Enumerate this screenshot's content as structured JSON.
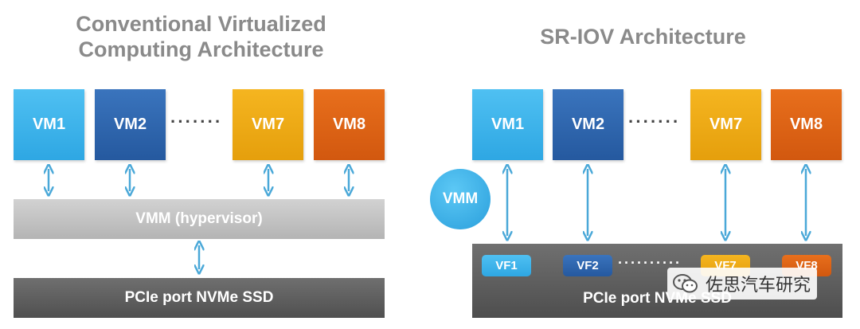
{
  "left": {
    "title_line1": "Conventional Virtualized",
    "title_line2": "Computing Architecture",
    "vms": [
      "VM1",
      "VM2",
      "VM7",
      "VM8"
    ],
    "dots": "·······",
    "hypervisor_label": "VMM (hypervisor)",
    "ssd_label": "PCIe port NVMe SSD"
  },
  "right": {
    "title": "SR-IOV Architecture",
    "vms": [
      "VM1",
      "VM2",
      "VM7",
      "VM8"
    ],
    "dots": "·······",
    "vmm_label": "VMM",
    "vfs": [
      "VF1",
      "VF2",
      "VF7",
      "VF8"
    ],
    "vf_dots": "··········",
    "ssd_label": "PCIe port NVMe SSD"
  },
  "watermark": {
    "text": "佐思汽车研究",
    "icon": "wechat-icon"
  },
  "colors": {
    "vm1": "#3fb5ec",
    "vm2": "#2d66ae",
    "vm7": "#efaa14",
    "vm8": "#dc6316",
    "arrow": "#4aa8d8",
    "hypervisor": "#c4c4c4",
    "ssd": "#5c5c5c"
  }
}
